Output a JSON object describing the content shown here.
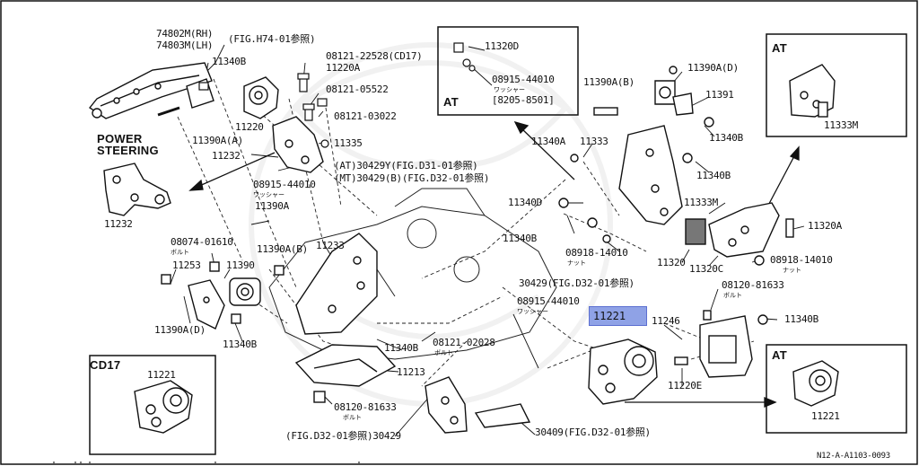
{
  "labels": {
    "l74802m": "74802M(RH)",
    "l74803m": "74803M(LH)",
    "fig_h74": "(FIG.H74-01参照)",
    "l11340b_1": "11340B",
    "l08121_22528": "08121-22528(CD17)",
    "l11220a": "11220A",
    "l08121_05522": "08121-05522",
    "l08121_03022": "08121-03022",
    "l11335": "11335",
    "l11220": "11220",
    "l11390a_a": "11390A(A)",
    "l11232_top": "11232",
    "fig_d31": "(AT)30429Y(FIG.D31-01参照)",
    "fig_d32_mt": "(MT)30429(B)(FIG.D32-01参照)",
    "power_steering_1": "POWER",
    "power_steering_2": "STEERING",
    "l11232_ps": "11232",
    "l08915_44010_a": "08915-44010",
    "washer_a": "ワッシャー",
    "l11390a_1": "11390A",
    "l08074_01610": "08074-01610",
    "bolt_a": "ボルト",
    "l11253": "11253",
    "l11390": "11390",
    "l11390a_b": "11390A(B)",
    "l11233": "11233",
    "l11390a_d": "11390A(D)",
    "l11340b_2": "11340B",
    "cd17": "CD17",
    "l11221_cd17": "11221",
    "l11320d": "11320D",
    "l08915_44010_b": "08915-44010",
    "washer_b": "ワッシャー",
    "l8205_8501": "[8205-8501]",
    "at_inset_1": "AT",
    "l11340a": "11340A",
    "l11333": "11333",
    "l11340d": "11340D",
    "l11340b_3": "11340B",
    "l08918_14010_a": "08918-14010",
    "nut_a": "ナット",
    "l11390a_bb": "11390A(B)",
    "l11390a_d2": "11390A(D)",
    "l11391": "11391",
    "l11340b_4": "11340B",
    "l11340b_5": "11340B",
    "at_inset_2": "AT",
    "l11333m_inset": "11333M",
    "l11333m": "11333M",
    "l11320a": "11320A",
    "l11320": "11320",
    "l11320c": "11320C",
    "l08918_14010_b": "08918-14010",
    "nut_b": "ナット",
    "fig_d32_30429": "30429(FIG.D32-01参照)",
    "l08915_44010_c": "08915-44010",
    "washer_c": "ワッシャー",
    "l08120_81633_a": "08120-81633",
    "bolt_b": "ボルト",
    "l11246": "11246",
    "l11340b_6": "11340B",
    "l11340b_7": "11340B",
    "l08121_02028": "08121-02028",
    "bolt_c": "ボルト",
    "l11213": "11213",
    "l11220e": "11220E",
    "at_inset_3": "AT",
    "l11221_at": "11221",
    "l08120_81633_b": "08120-81633",
    "bolt_d": "ボルト",
    "fig_d32_bottom": "(FIG.D32-01参照)30429",
    "l30409": "30409(FIG.D32-01参照)",
    "footer_code": "N12-A-A1103-0093"
  },
  "highlight": {
    "part_number": "11221",
    "color": "#8fa2e6"
  }
}
